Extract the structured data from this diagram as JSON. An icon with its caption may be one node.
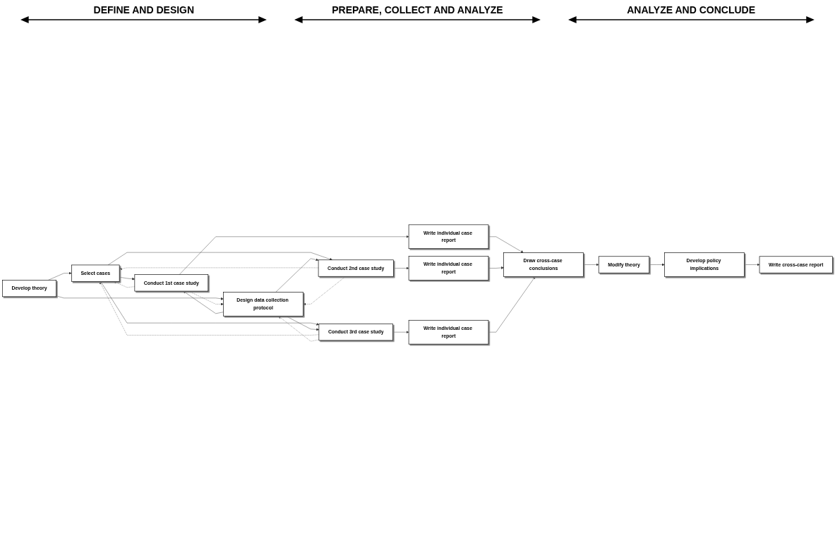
{
  "diagram": {
    "nodes": [
      {
        "text": [
          "Develop theory"
        ]
      },
      {
        "text": [
          "Select cases"
        ]
      },
      {
        "text": [
          "Design data collection protocol"
        ]
      },
      {
        "text": [
          "Conduct 1st case study"
        ]
      },
      {
        "text": [
          "Conduct 2nd case study"
        ]
      },
      {
        "text": [
          "Conduct 3rd case study"
        ]
      },
      {
        "text": [
          "Write individual case report"
        ]
      },
      {
        "text": [
          "Write individual case report"
        ]
      },
      {
        "text": [
          "Write individual case report"
        ]
      },
      {
        "text": [
          "Draw cross-case conclusions"
        ]
      },
      {
        "text": [
          "Modify theory"
        ]
      },
      {
        "text": [
          "Develop policy implications"
        ]
      },
      {
        "text": [
          "Write cross-case report"
        ]
      }
    ],
    "edges": [
      {
        "from": 0,
        "to": 1,
        "arrow": "to"
      },
      {
        "from": 0,
        "to": 2,
        "arrow": "to"
      },
      {
        "from": 1,
        "to": 3,
        "arrow": "to"
      },
      {
        "from": 1,
        "to": 4,
        "arrow": "to"
      },
      {
        "from": 1,
        "to": 5,
        "arrow": "to"
      },
      {
        "from": 2,
        "to": 3,
        "arrow": "to"
      },
      {
        "from": 2,
        "to": 4,
        "arrow": "to"
      },
      {
        "from": 2,
        "to": 5,
        "arrow": "to"
      },
      {
        "from": 3,
        "to": 6,
        "arrow": "to"
      },
      {
        "from": 4,
        "to": 7,
        "arrow": "to"
      },
      {
        "from": 5,
        "to": 8,
        "arrow": "to"
      },
      {
        "from": 6,
        "to": 9,
        "arrow": "to"
      },
      {
        "from": 7,
        "to": 9,
        "arrow": "to"
      },
      {
        "from": 8,
        "to": 9,
        "arrow": "to"
      },
      {
        "from": 9,
        "to": 10,
        "arrow": "to"
      },
      {
        "from": 10,
        "to": 11,
        "arrow": "to"
      },
      {
        "from": 11,
        "to": 12,
        "arrow": "to"
      },
      {
        "from": 3,
        "to": 1,
        "arrow": "to",
        "style": "dashed"
      },
      {
        "from": 3,
        "to": 2,
        "arrow": "to",
        "style": "dashed"
      },
      {
        "from": 4,
        "to": 1,
        "arrow": "to",
        "style": "dashed"
      },
      {
        "from": 4,
        "to": 2,
        "arrow": "to",
        "style": "dashed"
      },
      {
        "from": 5,
        "to": 1,
        "arrow": "to",
        "style": "dashed"
      },
      {
        "from": 5,
        "to": 2,
        "arrow": "to",
        "style": "dashed"
      }
    ],
    "labels": [
      "DEFINE AND DESIGN",
      "PREPARE, COLLECT AND ANALYZE",
      "ANALYZE AND CONCLUDE"
    ]
  }
}
